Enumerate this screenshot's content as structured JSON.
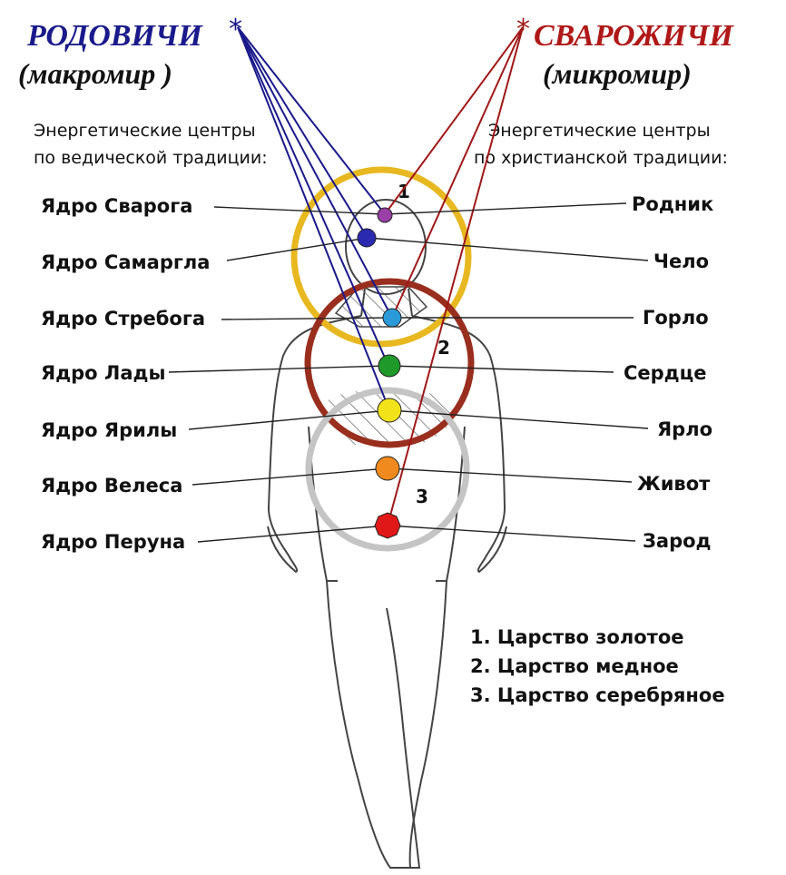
{
  "left_header": {
    "title": "РОДОВИЧИ",
    "subtitle": "(макромир )",
    "star": "*",
    "caption_line1": "Энергетические центры",
    "caption_line2": "по ведической традиции:"
  },
  "right_header": {
    "title": "СВАРОЖИЧИ",
    "subtitle": "(микромир)",
    "star": "*",
    "caption_line1": "Энергетические центры",
    "caption_line2": "по христианской традиции:"
  },
  "colors": {
    "left_title": "#1a1a8c",
    "right_title": "#b01818",
    "golden_circle": "#e8b820",
    "copper_circle": "#9a2e1e",
    "silver_circle": "#c4c4c4",
    "blue_rays": "#1a1a8c",
    "red_rays": "#a01818"
  },
  "centers": [
    {
      "vedic": "Ядро Сварога",
      "christian": "Родник",
      "color": "#9b3fa8"
    },
    {
      "vedic": "Ядро Самаргла",
      "christian": "Чело",
      "color": "#2a2ab0"
    },
    {
      "vedic": "Ядро Стребога",
      "christian": "Горло",
      "color": "#2a9ad8"
    },
    {
      "vedic": "Ядро Лады",
      "christian": "Сердце",
      "color": "#1f9a2a"
    },
    {
      "vedic": "Ядро Ярилы",
      "christian": "Ярло",
      "color": "#f2e21a"
    },
    {
      "vedic": "Ядро Велеса",
      "christian": "Живот",
      "color": "#f08a1e"
    },
    {
      "vedic": "Ядро Перуна",
      "christian": "Зарод",
      "color": "#e01818"
    }
  ],
  "kingdom_numbers": [
    "1",
    "2",
    "3"
  ],
  "legend": [
    "1. Царство золотое",
    "2. Царство медное",
    "3. Царство серебряное"
  ]
}
